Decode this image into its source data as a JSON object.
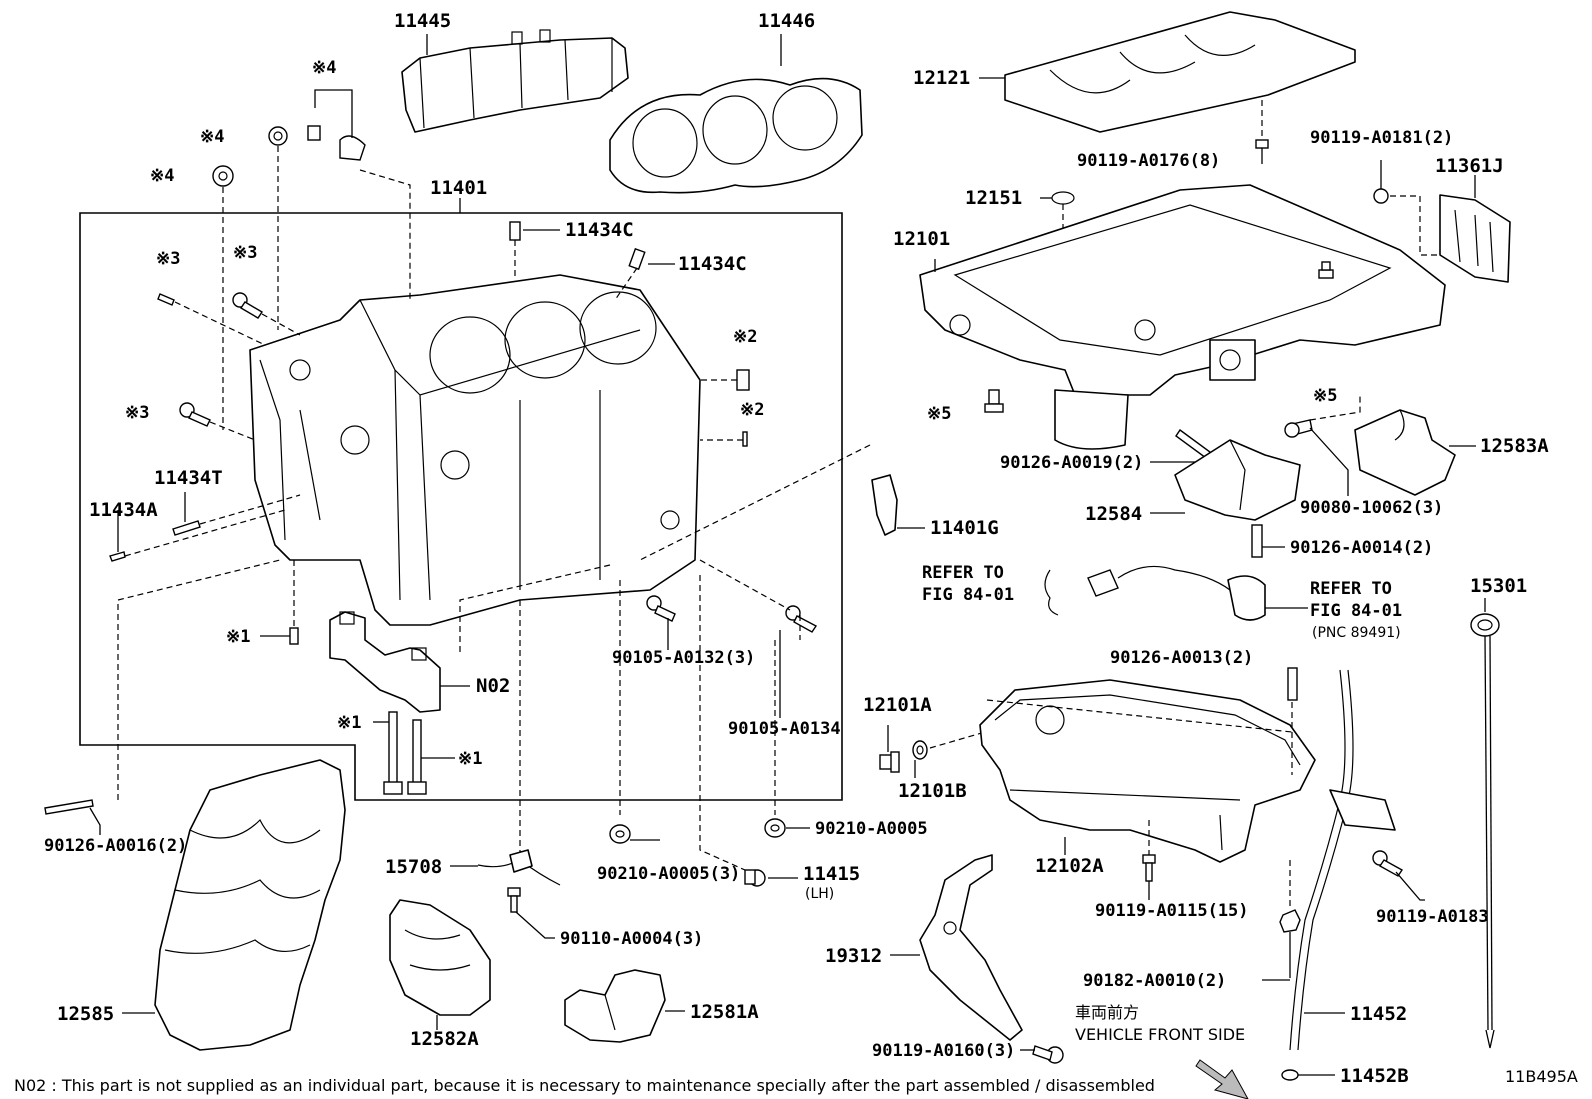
{
  "labels": {
    "p11445": "11445",
    "p11446": "11446",
    "p12121": "12121",
    "p90119_a0181": "90119-A0181(2)",
    "p11361j": "11361J",
    "p90119_a0176": "90119-A0176(8)",
    "p12151": "12151",
    "p12101": "12101",
    "p11401": "11401",
    "p11434c_1": "11434C",
    "p11434c_2": "11434C",
    "m4_top": "※4",
    "m4_a": "※4",
    "m4_b": "※4",
    "m3_a": "※3",
    "m3_b": "※3",
    "m3_c": "※3",
    "m2_a": "※2",
    "m2_b": "※2",
    "m5_a": "※5",
    "m5_b": "※5",
    "m1_a": "※1",
    "m1_b": "※1",
    "m1_c": "※1",
    "p12583a": "12583A",
    "p90126_a0019": "90126-A0019(2)",
    "p90080_10062": "90080-10062(3)",
    "p12584": "12584",
    "p11434t": "11434T",
    "p11434a": "11434A",
    "p11401g": "11401G",
    "refer_left_1": "REFER TO",
    "refer_left_2": "FIG 84-01",
    "p90126_a0014": "90126-A0014(2)",
    "refer_right_1": "REFER TO",
    "refer_right_2": "FIG 84-01",
    "pnc": "(PNC 89491)",
    "p15301": "15301",
    "p90105_a0132": "90105-A0132(3)",
    "p90126_a0013": "90126-A0013(2)",
    "pN02": "N02",
    "p12101a": "12101A",
    "p90105_a0134": "90105-A0134",
    "p12101b": "12101B",
    "p90126_a0016": "90126-A0016(2)",
    "p90210_a0005_r": "90210-A0005",
    "p15708": "15708",
    "p90210_a0005_3": "90210-A0005(3)",
    "p11415": "11415",
    "lh": "(LH)",
    "p12102a": "12102A",
    "p90110_a0004": "90110-A0004(3)",
    "p90119_a0115": "90119-A0115(15)",
    "p90119_a0183": "90119-A0183",
    "p19312": "19312",
    "p90182_a0010": "90182-A0010(2)",
    "p12585": "12585",
    "p12582a": "12582A",
    "p12581a": "12581A",
    "p11452": "11452",
    "front_jp": "車両前方",
    "front_en": "VEHICLE FRONT SIDE",
    "p90119_a0160": "90119-A0160(3)",
    "p11452b": "11452B",
    "drawing_no": "11B495A",
    "footnote": "N02 : This part is not supplied as an individual part, because it is necessary to maintenance specially after the part assembled / disassembled"
  }
}
